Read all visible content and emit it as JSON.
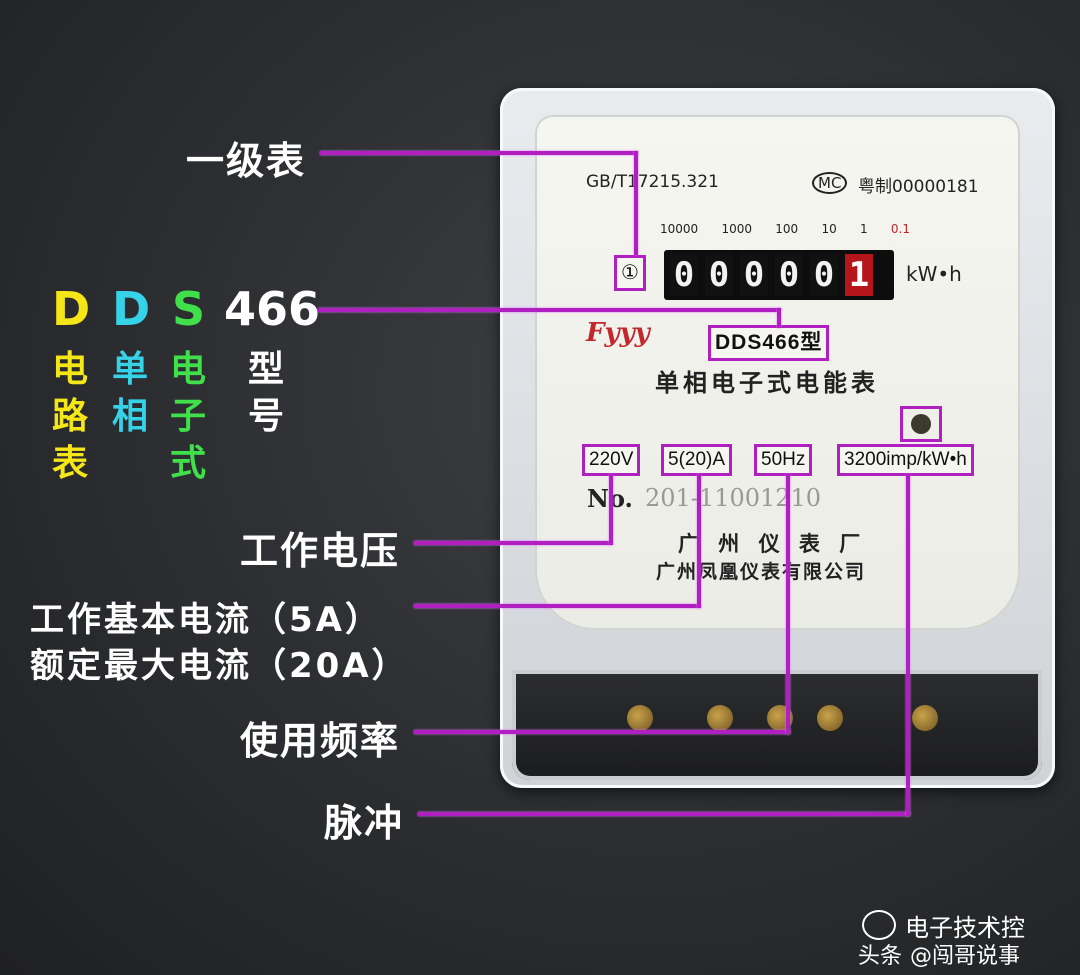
{
  "labels": {
    "grade": "一级表",
    "code_digits": "466",
    "code_letters": [
      {
        "letter": "D",
        "color": "#f5e617",
        "chars": [
          "电",
          "路",
          "表"
        ]
      },
      {
        "letter": "D",
        "color": "#35d2e8",
        "chars": [
          "单",
          "相"
        ]
      },
      {
        "letter": "S",
        "color": "#3fe04a",
        "chars": [
          "电",
          "子",
          "式"
        ]
      }
    ],
    "code_digits_chars": [
      "型",
      "号"
    ],
    "voltage": "工作电压",
    "current_line1": "工作基本电流（5A）",
    "current_line2": "额定最大电流（20A）",
    "frequency": "使用频率",
    "pulse": "脉冲"
  },
  "meter": {
    "standard": "GB/T17215.321",
    "mc_mark": "MC",
    "license": "粤制00000181",
    "scale": [
      "10000",
      "1000",
      "100",
      "10",
      "1",
      "0.1"
    ],
    "grade_symbol": "①",
    "digits": [
      "0",
      "0",
      "0",
      "0",
      "0",
      "1"
    ],
    "unit": "kW•h",
    "logo": "Fyyy",
    "model": "DDS466型",
    "product_name": "单相电子式电能表",
    "voltage_tag": "220V",
    "current_tag": "5(20)A",
    "freq_tag": "50Hz",
    "pulse_tag": "3200imp/kW•h",
    "serial_prefix": "No.",
    "serial": "201-11001210",
    "maker_short": "广 州 仪 表 厂",
    "maker_full": "广州凤凰仪表有限公司"
  },
  "watermark": {
    "line1": "电子技术控",
    "line2_prefix": "头条",
    "line2": "@闯哥说事"
  },
  "colors": {
    "callout": "#b01fc0",
    "background": "#2b2d30"
  }
}
